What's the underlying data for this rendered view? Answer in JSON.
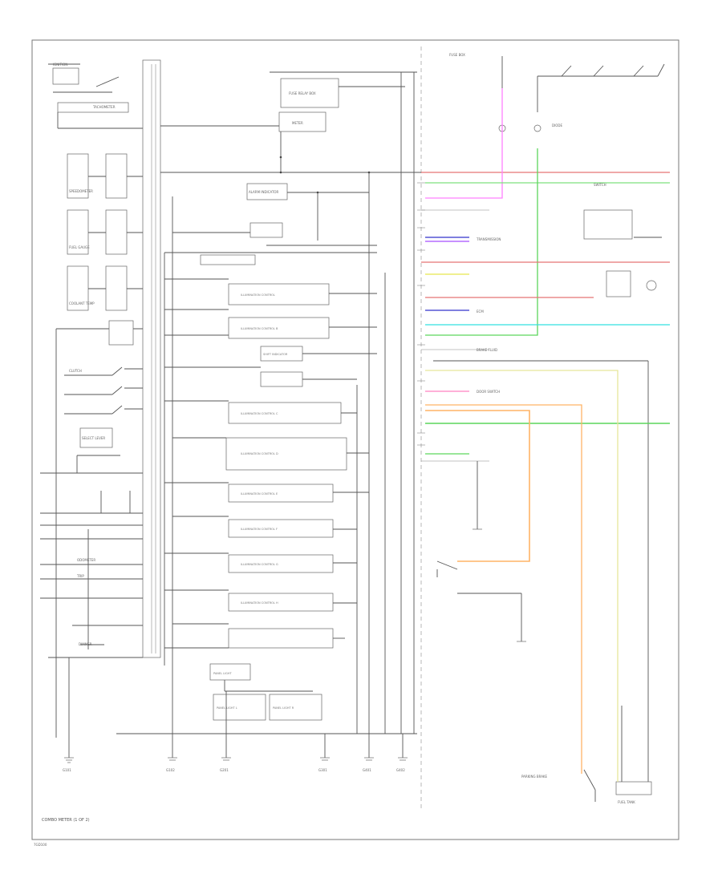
{
  "diagram_caption": "COMBO METER (1 OF 2)",
  "page_id": "7GD100",
  "wire_colors": {
    "red": "#e57373",
    "pink": "#ff80ff",
    "green": "#5cd65c",
    "cyan": "#33e0e0",
    "orange": "#ffb366",
    "yellow": "#e6e69a",
    "blue": "#3333cc",
    "violet": "#a64dff",
    "black": "#333333",
    "gray": "#999999"
  },
  "left_labels": [
    "IGNITION",
    "TACHOMETER",
    "SPEEDOMETER",
    "FUEL GAUGE",
    "COOLANT TEMP",
    "CLUTCH",
    "SELECT LEVER",
    "ODOMETER",
    "TRIP",
    "DIMMER"
  ],
  "center_boxes": [
    "FUSE RELAY BOX",
    "METER",
    "ALARM INDICATOR",
    "ILLUMINATION CONTROL",
    "ILLUMINATION CONTROL B",
    "SHIFT INDICATOR",
    "ILLUMINATION CONTROL C",
    "ILLUMINATION CONTROL D",
    "ILLUMINATION CONTROL E",
    "ILLUMINATION CONTROL F",
    "ILLUMINATION CONTROL G",
    "ILLUMINATION CONTROL H",
    "PANEL LIGHT",
    "PANEL LIGHT L",
    "PANEL LIGHT R"
  ],
  "right_labels": [
    "FUSE BOX",
    "DIODE",
    "SWITCH",
    "TRANSMISSION",
    "ECM",
    "BRAKE FLUID",
    "DOOR SWITCH",
    "PARKING BRAKE",
    "FUEL TANK"
  ],
  "grounds": [
    "G101",
    "G102",
    "G201",
    "G301",
    "G401",
    "G402"
  ]
}
